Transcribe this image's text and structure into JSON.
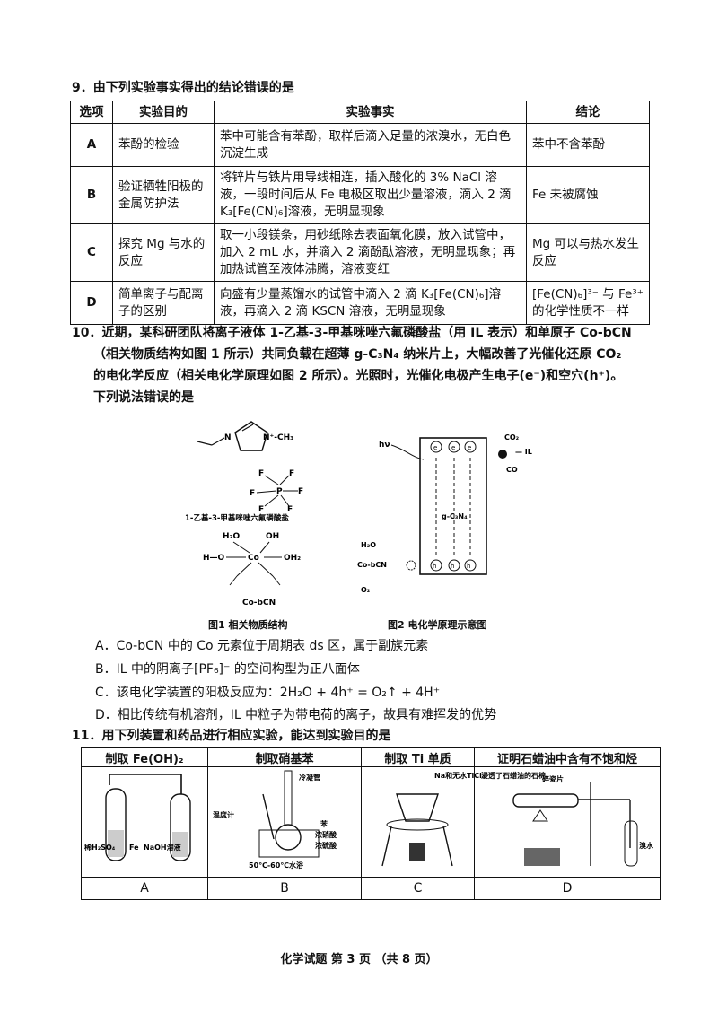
{
  "q9": {
    "title": "9．由下列实验事实得出的结论错误的是",
    "headers": [
      "选项",
      "实验目的",
      "实验事实",
      "结论"
    ],
    "rows": [
      {
        "opt": "A",
        "aim": "苯酚的检验",
        "fact": "苯中可能含有苯酚，取样后滴入足量的浓溴水，无白色沉淀生成",
        "conclusion": "苯中不含苯酚"
      },
      {
        "opt": "B",
        "aim": "验证牺牲阳极的金属防护法",
        "fact": "将锌片与铁片用导线相连，插入酸化的 3% NaCl 溶液，一段时间后从 Fe 电极区取出少量溶液，滴入 2 滴 K₃[Fe(CN)₆]溶液，无明显现象",
        "conclusion": "Fe 未被腐蚀"
      },
      {
        "opt": "C",
        "aim": "探究 Mg 与水的反应",
        "fact": "取一小段镁条，用砂纸除去表面氧化膜，放入试管中，加入 2 mL 水，并滴入 2 滴酚酞溶液，无明显现象；再加热试管至液体沸腾，溶液变红",
        "conclusion": "Mg 可以与热水发生反应"
      },
      {
        "opt": "D",
        "aim": "简单离子与配离子的区别",
        "fact": "向盛有少量蒸馏水的试管中滴入 2 滴 K₃[Fe(CN)₆]溶液，再滴入 2 滴 KSCN 溶液，无明显现象",
        "conclusion": "[Fe(CN)₆]³⁻ 与 Fe³⁺ 的化学性质不一样"
      }
    ]
  },
  "q10": {
    "line1": "10．近期，某科研团队将离子液体 1-乙基-3-甲基咪唑六氟磷酸盐（用 IL 表示）和单原子 Co-bCN",
    "line2": "（相关物质结构如图 1 所示）共同负载在超薄 g-C₃N₄ 纳米片上，大幅改善了光催化还原 CO₂",
    "line3": "的电化学反应（相关电化学原理如图 2 所示）。光照时，光催化电极产生电子(e⁻)和空穴(h⁺)。",
    "line4": "下列说法错误的是",
    "fig1_label_il": "1-乙基-3-甲基咪唑六氟磷酸盐",
    "fig1_label_co": "Co-bCN",
    "fig1_caption": "图1  相关物质结构",
    "fig2_caption": "图2  电化学原理示意图",
    "options": [
      "A．Co-bCN 中的 Co 元素位于周期表 ds 区，属于副族元素",
      "B．IL 中的阴离子[PF₆]⁻ 的空间构型为正八面体",
      "C．该电化学装置的阳极反应为：2H₂O + 4h⁺ = O₂↑ + 4H⁺",
      "D．相比传统有机溶剂，IL 中粒子为带电荷的离子，故具有难挥发的优势"
    ]
  },
  "q11": {
    "title": "11．用下列装置和药品进行相应实验，能达到实验目的是",
    "headers": [
      "制取 Fe(OH)₂",
      "制取硝基苯",
      "制取 Ti 单质",
      "证明石蜡油中含有不饱和烃"
    ],
    "letters": [
      "A",
      "B",
      "C",
      "D"
    ],
    "labels": {
      "a_left": "稀H₂SO₄",
      "a_fe": "Fe",
      "a_right": "NaOH溶液",
      "b_cond": "冷凝管",
      "b_thermo": "温度计",
      "b_benzene": "苯",
      "b_hno3": "浓硝酸",
      "b_h2so4": "浓硫酸",
      "b_bath": "50℃-60℃水浴",
      "c_top": "Na和无水TiCl₄",
      "d_oil": "浸透了石蜡油的石棉",
      "d_chip": "碎瓷片",
      "d_br": "溴水"
    }
  },
  "footer": "化学试题  第 3 页  （共 8 页）"
}
